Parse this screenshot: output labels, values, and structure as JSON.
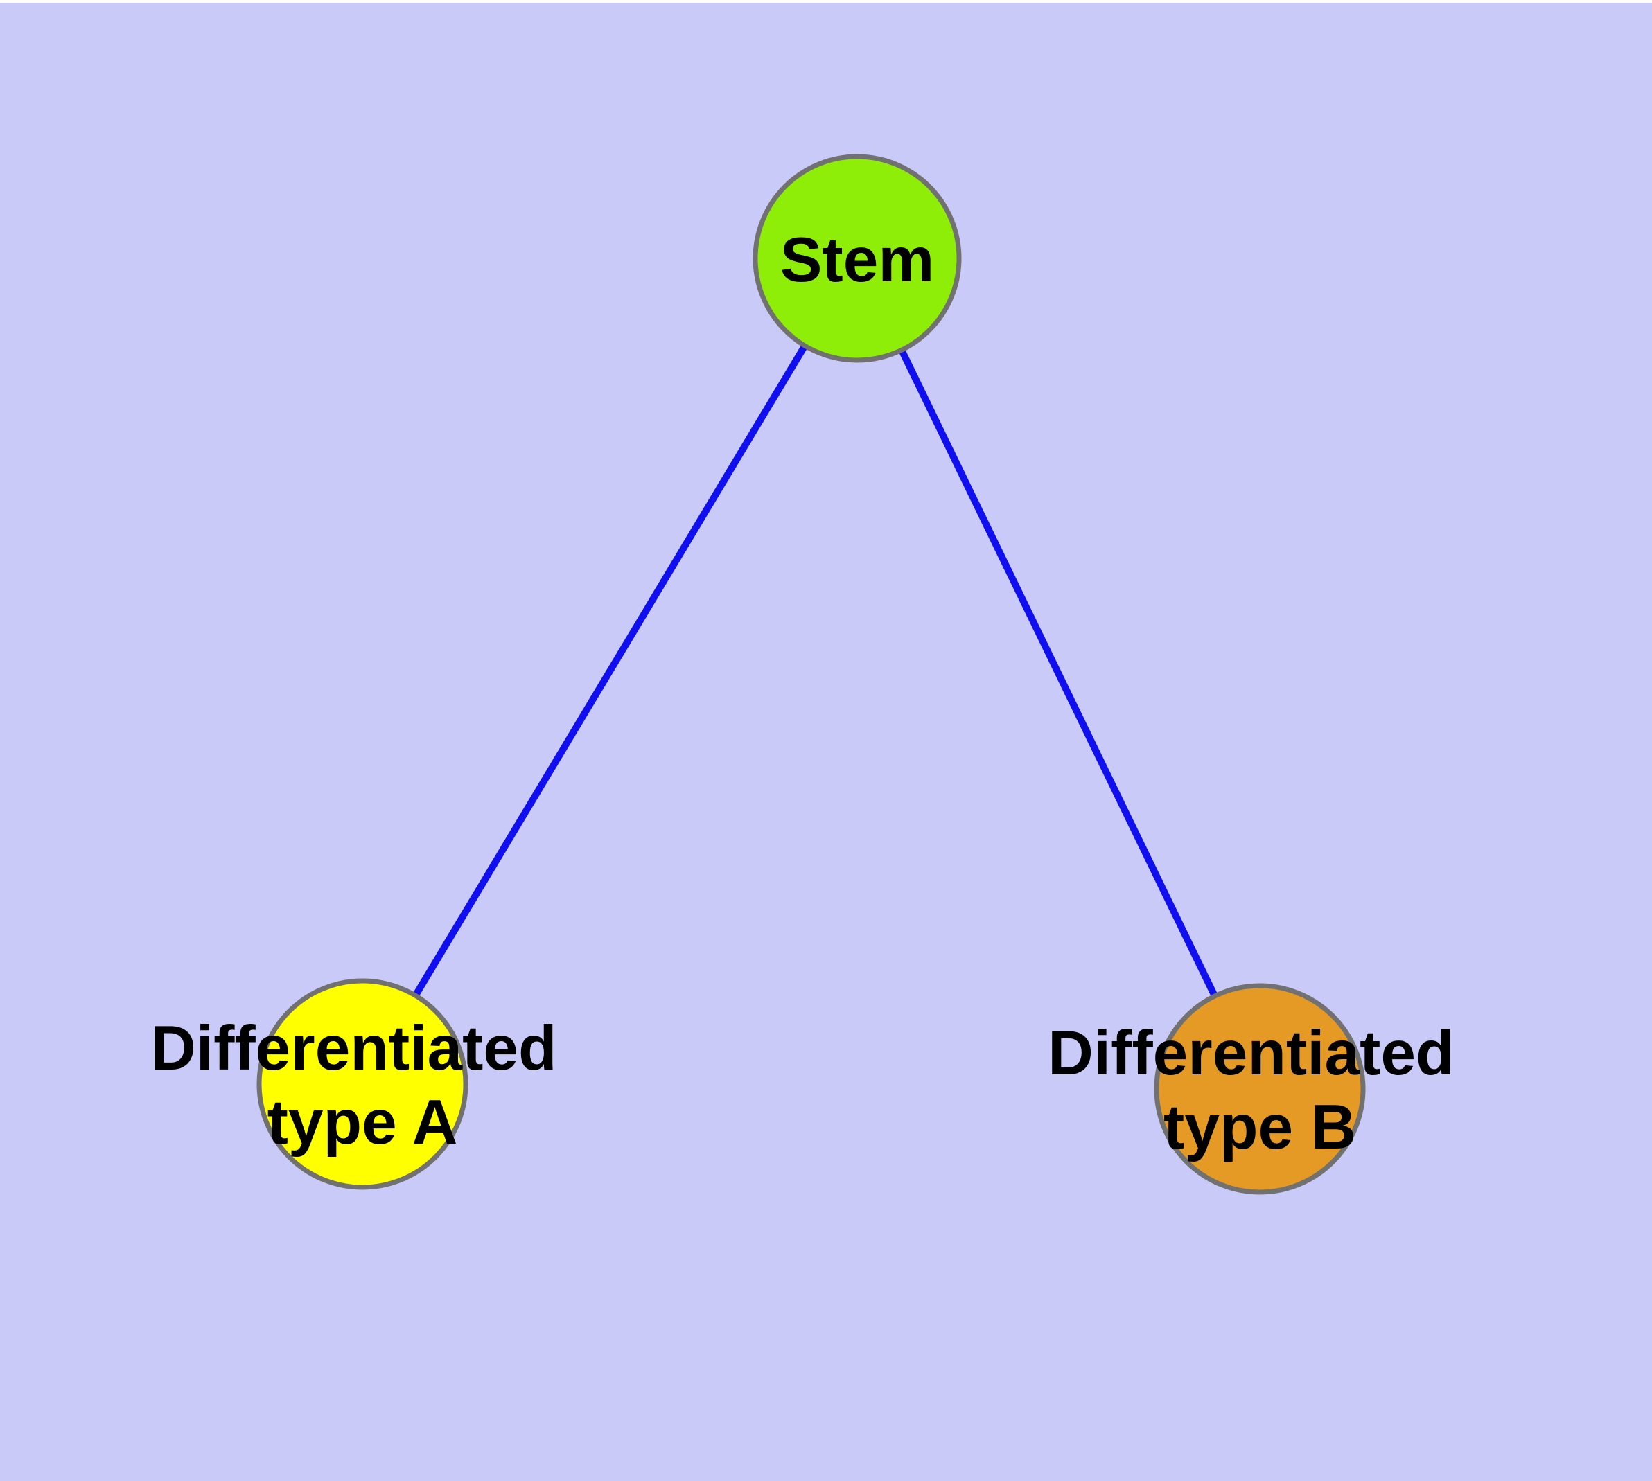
{
  "canvas": {
    "background_color": "#CACAF8",
    "margin_color": "#FFFFFF"
  },
  "graph": {
    "label_color": "#000000",
    "node_border_color": "#717171",
    "edge_color": "#0F0FF0",
    "nodes": [
      {
        "id": "stem",
        "label": "Stem",
        "fill_color": "#8FEE08",
        "border_color": "#717171"
      },
      {
        "id": "differentiated-type-a",
        "label_line1": "Differentiated",
        "label_line2": "type A",
        "fill_color": "#FFFF00",
        "border_color": "#717171"
      },
      {
        "id": "differentiated-type-b",
        "label_line1": "Differentiated",
        "label_line2": "type B",
        "fill_color": "#E49A24",
        "border_color": "#717171"
      }
    ],
    "edges": [
      {
        "id": "stem-to-type-a",
        "from": "stem",
        "to": "differentiated-type-a",
        "color": "#0F0FF0"
      },
      {
        "id": "stem-to-type-b",
        "from": "stem",
        "to": "differentiated-type-b",
        "color": "#0F0FF0"
      }
    ]
  }
}
